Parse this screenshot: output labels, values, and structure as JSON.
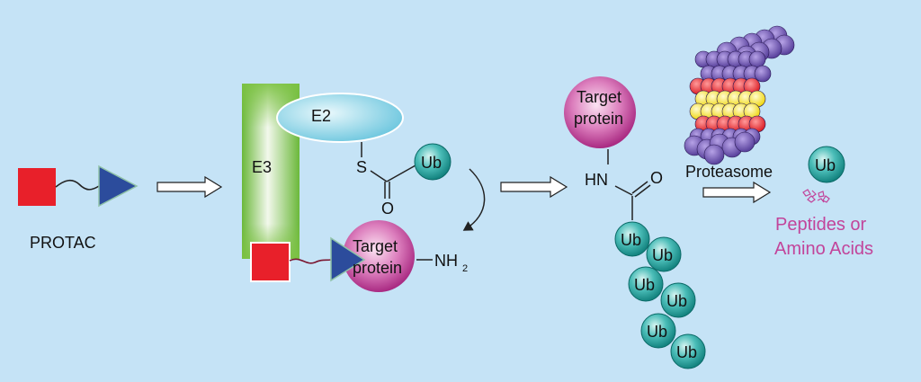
{
  "protac": {
    "label": "PROTAC"
  },
  "ternary": {
    "e3_label": "E3",
    "e2_label": "E2",
    "sulfur": "S",
    "oxygen": "O",
    "ub": "Ub",
    "target_line1": "Target",
    "target_line2": "protein",
    "amine": "NH",
    "amine_sub": "2"
  },
  "ubiquitinated": {
    "target_line1": "Target",
    "target_line2": "protein",
    "hn": "HN",
    "oxygen": "O",
    "ub_chain": [
      "Ub",
      "Ub",
      "Ub",
      "Ub",
      "Ub",
      "Ub"
    ]
  },
  "degradation": {
    "proteasome_label": "Proteasome",
    "ub": "Ub",
    "products_line1": "Peptides or",
    "products_line2": "Amino Acids"
  },
  "colors": {
    "background": "#c5e3f6",
    "protac_red": "#e8202a",
    "protac_blue": "#2c4c9c",
    "e3_green": "#7cc242",
    "e2_cyan": "#8fd3e8",
    "target_magenta": "#c23e97",
    "ub_teal": "#1e9a9a",
    "products_pink": "#c2449a"
  }
}
